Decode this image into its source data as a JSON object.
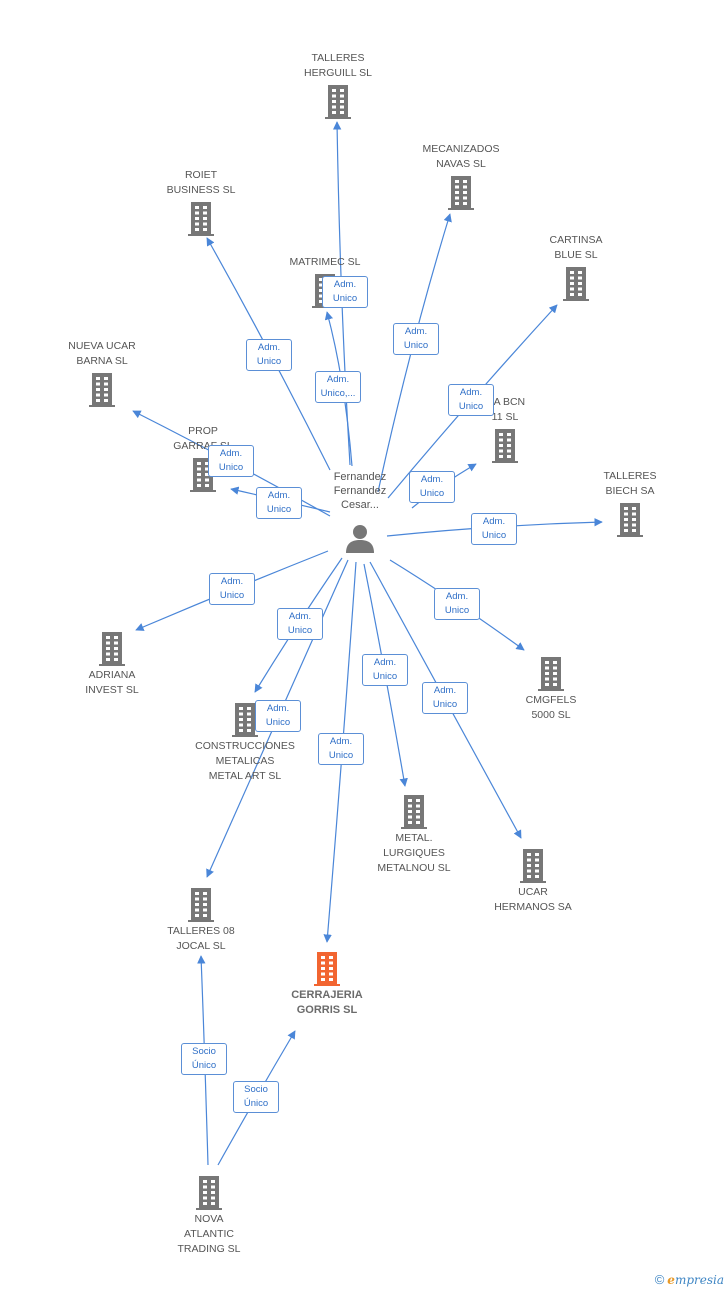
{
  "colors": {
    "edge": "#4a86d8",
    "building": "#777777",
    "highlight": "#f26531",
    "label_text": "#555555",
    "edge_label_text": "#2f6fc7"
  },
  "person": {
    "name": "Fernandez\nFernandez\nCesar...",
    "icon": "person-icon"
  },
  "nodes": [
    {
      "id": "talleres-herguill",
      "label": "TALLERES\nHERGUILL SL",
      "icon": "building-icon"
    },
    {
      "id": "mecanizados-navas",
      "label": "MECANIZADOS\nNAVAS SL",
      "icon": "building-icon"
    },
    {
      "id": "roiet-business",
      "label": "ROIET\nBUSINESS SL",
      "icon": "building-icon"
    },
    {
      "id": "cartinsa-blue",
      "label": "CARTINSA\nBLUE SL",
      "icon": "building-icon"
    },
    {
      "id": "matrimec",
      "label": "MATRIMEC SL",
      "icon": "building-icon"
    },
    {
      "id": "nueva-ucar-barna",
      "label": "NUEVA UCAR\nBARNA SL",
      "icon": "building-icon"
    },
    {
      "id": "ma-bcn",
      "label": "MA BCN\n11 SL",
      "icon": "building-icon"
    },
    {
      "id": "prop-garraf",
      "label": "PROP\nGARRAF SL",
      "icon": "building-icon"
    },
    {
      "id": "talleres-biech",
      "label": "TALLERES\nBIECH SA",
      "icon": "building-icon"
    },
    {
      "id": "adriana-invest",
      "label": "ADRIANA\nINVEST SL",
      "icon": "building-icon"
    },
    {
      "id": "cmgfels-5000",
      "label": "CMGFELS\n5000  SL",
      "icon": "building-icon"
    },
    {
      "id": "construcciones-metalicas",
      "label": "CONSTRUCCIONES\nMETALICAS\nMETAL ART SL",
      "icon": "building-icon"
    },
    {
      "id": "metal-lurgiques",
      "label": "METAL.\nLURGIQUES\nMETALNOU SL",
      "icon": "building-icon"
    },
    {
      "id": "ucar-hermanos",
      "label": "UCAR\nHERMANOS SA",
      "icon": "building-icon"
    },
    {
      "id": "talleres-08-jocal",
      "label": "TALLERES 08\nJOCAL SL",
      "icon": "building-icon"
    },
    {
      "id": "cerrajeria-gorris",
      "label": "CERRAJERIA\nGORRIS SL",
      "icon": "building-icon",
      "highlight": true
    },
    {
      "id": "nova-atlantic",
      "label": "NOVA\nATLANTIC\nTRADING  SL",
      "icon": "building-icon"
    }
  ],
  "edges": [
    {
      "from": "person",
      "to": "talleres-herguill",
      "label": "Adm.\nUnico"
    },
    {
      "from": "person",
      "to": "mecanizados-navas",
      "label": "Adm.\nUnico"
    },
    {
      "from": "person",
      "to": "roiet-business",
      "label": "Adm.\nUnico"
    },
    {
      "from": "person",
      "to": "cartinsa-blue",
      "label": "Adm.\nUnico"
    },
    {
      "from": "person",
      "to": "matrimec",
      "label": "Adm.\nUnico,..."
    },
    {
      "from": "person",
      "to": "nueva-ucar-barna",
      "label": "Adm.\nUnico"
    },
    {
      "from": "person",
      "to": "ma-bcn",
      "label": "Adm.\nUnico"
    },
    {
      "from": "person",
      "to": "prop-garraf",
      "label": "Adm.\nUnico"
    },
    {
      "from": "person",
      "to": "talleres-biech",
      "label": "Adm.\nUnico"
    },
    {
      "from": "person",
      "to": "adriana-invest",
      "label": "Adm.\nUnico"
    },
    {
      "from": "person",
      "to": "cmgfels-5000",
      "label": "Adm.\nUnico"
    },
    {
      "from": "person",
      "to": "construcciones-metalicas",
      "label": "Adm.\nUnico"
    },
    {
      "from": "person",
      "to": "metal-lurgiques",
      "label": "Adm.\nUnico"
    },
    {
      "from": "person",
      "to": "ucar-hermanos",
      "label": "Adm.\nUnico"
    },
    {
      "from": "person",
      "to": "talleres-08-jocal",
      "label": "Adm.\nUnico"
    },
    {
      "from": "person",
      "to": "cerrajeria-gorris",
      "label": "Adm.\nUnico"
    },
    {
      "from": "nova-atlantic",
      "to": "talleres-08-jocal",
      "label": "Socio\nÚnico"
    },
    {
      "from": "nova-atlantic",
      "to": "cerrajeria-gorris",
      "label": "Socio\nÚnico"
    }
  ],
  "footer": {
    "copyright": "©",
    "brand_initial": "e",
    "brand_rest": "mpresia"
  }
}
